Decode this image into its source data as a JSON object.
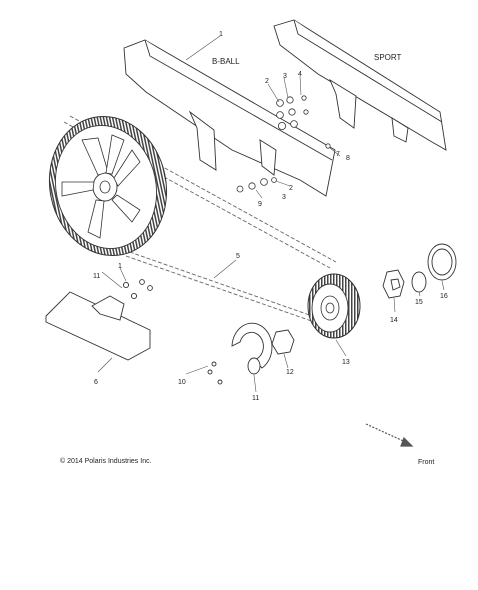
{
  "diagram": {
    "labels": {
      "b_ball": "B-BALL",
      "sport": "SPORT",
      "front": "Front",
      "copyright": "© 2014 Polaris Industries Inc."
    },
    "callouts": [
      {
        "id": "c1",
        "text": "1"
      },
      {
        "id": "c1b",
        "text": "1"
      },
      {
        "id": "c2",
        "text": "2"
      },
      {
        "id": "c2b",
        "text": "2"
      },
      {
        "id": "c3",
        "text": "3"
      },
      {
        "id": "c3b",
        "text": "3"
      },
      {
        "id": "c4",
        "text": "4"
      },
      {
        "id": "c5",
        "text": "5"
      },
      {
        "id": "c6",
        "text": "6"
      },
      {
        "id": "c7",
        "text": "7"
      },
      {
        "id": "c8",
        "text": "8"
      },
      {
        "id": "c9",
        "text": "9"
      },
      {
        "id": "c10",
        "text": "10"
      },
      {
        "id": "c11",
        "text": "11"
      },
      {
        "id": "c11b",
        "text": "11"
      },
      {
        "id": "c12",
        "text": "12"
      },
      {
        "id": "c13",
        "text": "13"
      },
      {
        "id": "c14",
        "text": "14"
      },
      {
        "id": "c15",
        "text": "15"
      },
      {
        "id": "c16",
        "text": "16"
      }
    ]
  }
}
